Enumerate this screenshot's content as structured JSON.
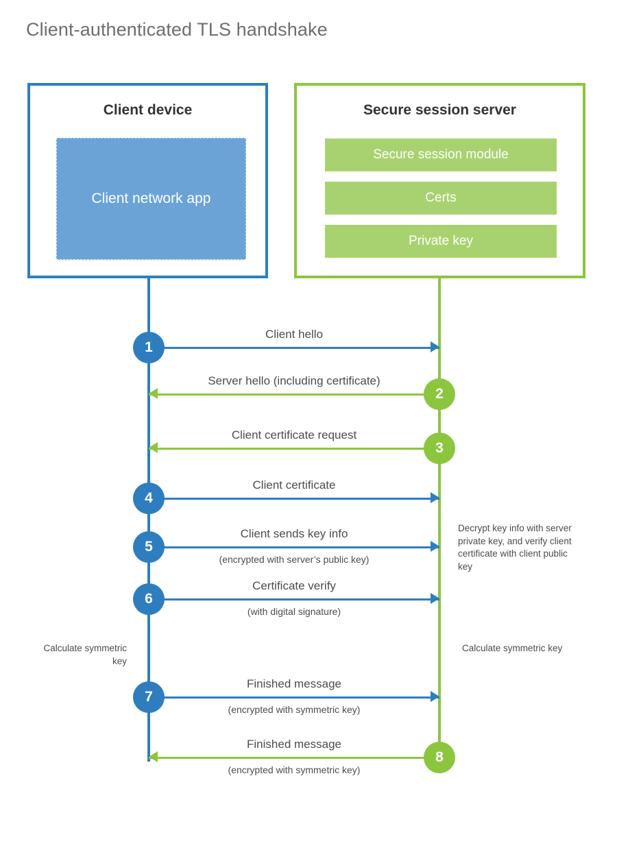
{
  "title": "Client-authenticated TLS handshake",
  "colors": {
    "client_blue": "#2e7ebf",
    "client_app_fill": "#6ba3d6",
    "server_green": "#8cc63e",
    "server_item_fill": "#a8d26f",
    "text_gray": "#4c4c4e",
    "title_gray": "#6d6e71"
  },
  "client": {
    "title": "Client device",
    "app_label": "Client network app"
  },
  "server": {
    "title": "Secure session server",
    "items": [
      {
        "label": "Secure session module"
      },
      {
        "label": "Certs"
      },
      {
        "label": "Private key"
      }
    ]
  },
  "steps": [
    {
      "number": "1",
      "label": "Client hello",
      "sub": "",
      "direction": "right",
      "actor": "client"
    },
    {
      "number": "2",
      "label": "Server hello (including certificate)",
      "sub": "",
      "direction": "left",
      "actor": "server"
    },
    {
      "number": "3",
      "label": "Client certificate request",
      "sub": "",
      "direction": "left",
      "actor": "server"
    },
    {
      "number": "4",
      "label": "Client certificate",
      "sub": "",
      "direction": "right",
      "actor": "client"
    },
    {
      "number": "5",
      "label": "Client sends key info",
      "sub": "(encrypted with server’s public key)",
      "direction": "right",
      "actor": "client"
    },
    {
      "number": "6",
      "label": "Certificate verify",
      "sub": "(with digital signature)",
      "direction": "right",
      "actor": "client"
    },
    {
      "number": "7",
      "label": "Finished message",
      "sub": "(encrypted with symmetric key)",
      "direction": "right",
      "actor": "client"
    },
    {
      "number": "8",
      "label": "Finished message",
      "sub": "(encrypted with symmetric key)",
      "direction": "left",
      "actor": "server"
    }
  ],
  "notes": {
    "decrypt": "Decrypt key info with server private key, and verify client certificate with client public key",
    "calculate_client": "Calculate symmetric key",
    "calculate_server": "Calculate symmetric key"
  }
}
